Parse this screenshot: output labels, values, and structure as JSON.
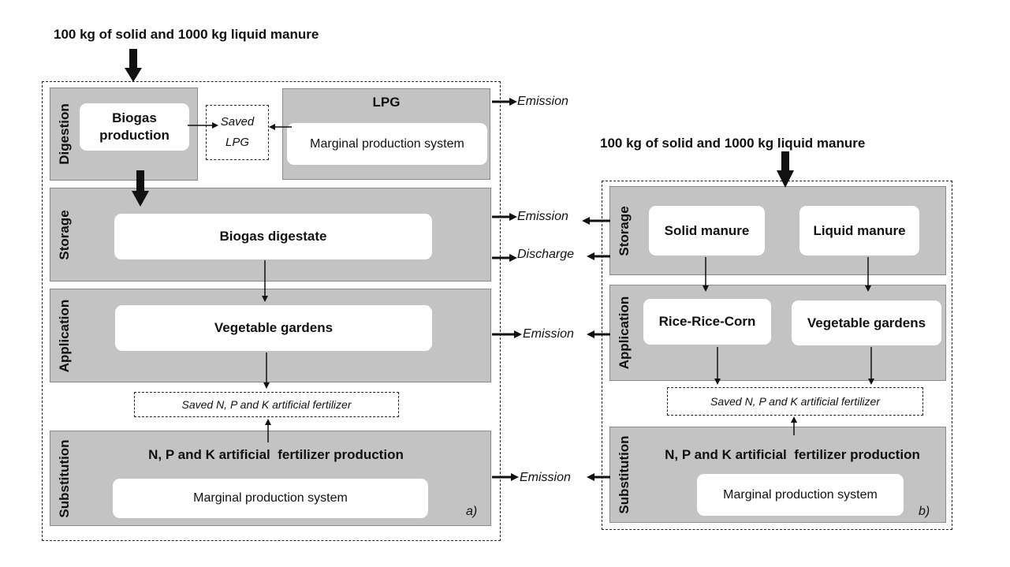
{
  "left": {
    "input_title": "100 kg of solid and 1000 kg liquid manure",
    "stages": {
      "digestion": "Digestion",
      "storage": "Storage",
      "application": "Application",
      "substitution": "Substitution"
    },
    "biogas_production_line1": "Biogas",
    "biogas_production_line2": "production",
    "saved_lpg_line1": "Saved",
    "saved_lpg_line2": "LPG",
    "lpg_title": "LPG",
    "lpg_marginal": "Marginal production system",
    "biogas_digestate": "Biogas digestate",
    "vegetable_gardens": "Vegetable gardens",
    "saved_fertilizer": "Saved N, P and K artificial fertilizer",
    "fertilizer_production": "N, P and K artificial  fertilizer production",
    "fertilizer_marginal": "Marginal production system",
    "panel_letter": "a)"
  },
  "middle": {
    "emission_lpg": "Emission",
    "emission_storage": "Emission",
    "discharge_storage": "Discharge",
    "emission_application": "Emission",
    "emission_substitution": "Emission"
  },
  "right": {
    "input_title": "100 kg of solid and 1000 kg liquid manure",
    "stages": {
      "storage": "Storage",
      "application": "Application",
      "substitution": "Substitution"
    },
    "solid_manure": "Solid manure",
    "liquid_manure": "Liquid manure",
    "rice_rice_corn": "Rice-Rice-Corn",
    "vegetable_gardens": "Vegetable gardens",
    "saved_fertilizer": "Saved N, P and K artificial fertilizer",
    "fertilizer_production": "N, P and K artificial  fertilizer production",
    "fertilizer_marginal": "Marginal production system",
    "panel_letter": "b)"
  }
}
